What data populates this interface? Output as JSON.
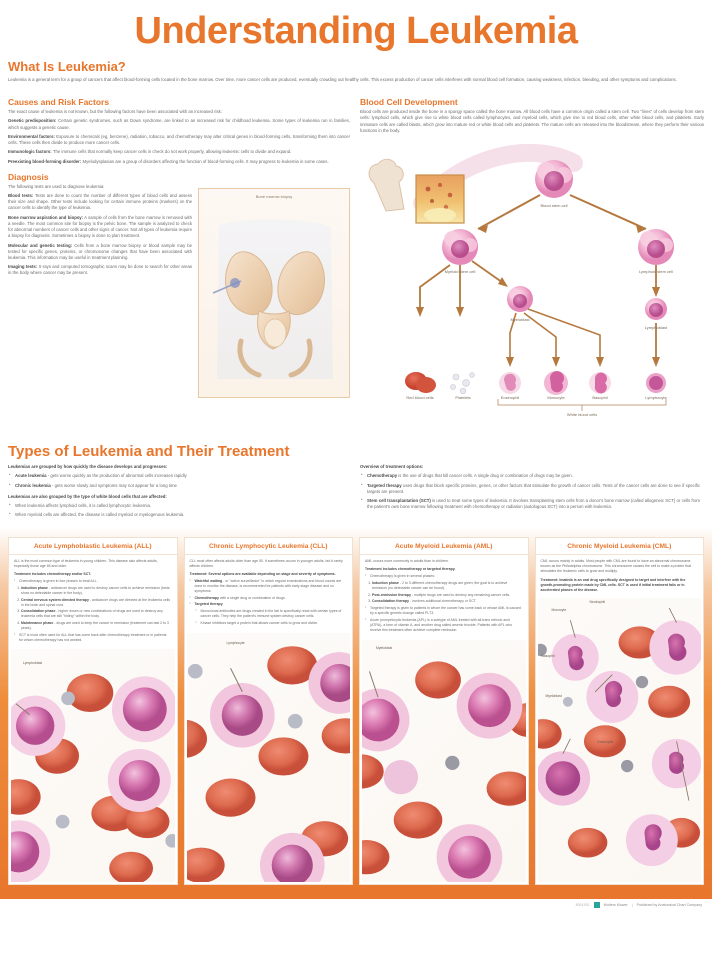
{
  "title": "Understanding Leukemia",
  "intro": {
    "heading": "What Is Leukemia?",
    "text": "Leukemia is a general term for a group of cancers that affect blood-forming cells located in the bone marrow. Over time, more cancer cells are produced, eventually crowding out healthy cells. This excess production of cancer cells interferes with normal blood cell formation, causing weakness, infection, bleeding, and other symptoms and complications."
  },
  "causes": {
    "heading": "Causes and Risk Factors",
    "lead": "The exact cause of leukemia is not known, but the following factors have been associated with an increased risk:",
    "items": [
      {
        "term": "Genetic predisposition:",
        "text": " Certain genetic syndromes, such as Down syndrome, are linked to an increased risk for childhood leukemia. Some types of leukemia run in families, which suggests a genetic cause."
      },
      {
        "term": "Environmental factors:",
        "text": " Exposure to chemicals (eg, benzene), radiation, tobacco, and chemotherapy may alter critical genes in blood-forming cells, transforming them into cancer cells. These cells then divide to produce more cancer cells."
      },
      {
        "term": "Immunologic factors:",
        "text": " The immune cells that normally keep cancer cells in check do not work properly, allowing leukemic cells to divide and expand."
      },
      {
        "term": "Preexisting blood-forming disorder:",
        "text": " Myelodysplasias are a group of disorders affecting the function of blood-forming cells. It may progress to leukemia in some cases."
      }
    ]
  },
  "diagnosis": {
    "heading": "Diagnosis",
    "lead": "The following tests are used to diagnose leukemia:",
    "figure_caption": "Bone marrow biopsy",
    "items": [
      {
        "term": "Blood tests:",
        "text": " Tests are done to count the number of different types of blood cells and assess their size and shape. Other tests include looking for certain immune proteins (markers) on the cancer cells to identify the type of leukemia."
      },
      {
        "term": "Bone marrow aspiration and biopsy:",
        "text": " A sample of cells from the bone marrow is removed with a needle. The most common site for biopsy is the pelvic bone. The sample is analyzed to check for abnormal numbers of cancer cells and other signs of cancer. Not all types of leukemia require a biopsy for diagnosis. Sometimes a biopsy is done to plan treatment."
      },
      {
        "term": "Molecular and genetic testing:",
        "text": " Cells from a bone marrow biopsy or blood sample may be tested for specific genes, proteins, or chromosome changes that have been associated with leukemia. This information may be useful in treatment planning."
      },
      {
        "term": "Imaging tests:",
        "text": " X-rays and computed tomographic scans may be done to search for other areas in the body where cancer may be present."
      }
    ]
  },
  "blood_dev": {
    "heading": "Blood Cell Development",
    "text": "Blood cells are produced inside the bone in a spongy space called the bone marrow. All blood cells have a common origin called a stem cell. Two \"lines\" of cells develop from stem cells: lymphoid cells, which give rise to white blood cells called lymphocytes, and myeloid cells, which give rise to red blood cells, other white blood cells, and platelets. Early immature cells are called blasts, which grow into mature red or white blood cells and platelets. The mature cells are released into the bloodstream, where they perform their various functions in the body.",
    "labels": {
      "blood_stem_cell": "Blood stem cell",
      "myeloid_stem_cell": "Myeloid stem cell",
      "lymphoid_stem_cell": "Lymphoid stem cell",
      "myeloblast": "Myeloblast",
      "lymphoblast": "Lymphoblast",
      "red_blood_cells": "Red blood cells",
      "platelets": "Platelets",
      "eosinophil": "Eosinophil",
      "monocyte": "Monocyte",
      "basophil": "Basophil",
      "lymphocyte": "Lymphocyte",
      "white_blood_cells": "White blood cells"
    }
  },
  "types_section": {
    "heading": "Types of Leukemia and Their Treatment",
    "grouping_lead_1": "Leukemias are grouped by how quickly the disease develops and progresses:",
    "grouping_items_1": [
      {
        "term": "Acute leukemia",
        "text": " - gets worse quickly as the production of abnormal cells increases rapidly"
      },
      {
        "term": "Chronic leukemia",
        "text": " - gets worse slowly and symptoms may not appear for a long time"
      }
    ],
    "grouping_lead_2": "Leukemias are also grouped by the type of white blood cells that are affected:",
    "grouping_items_2": [
      {
        "term": "",
        "text": "When leukemia affects lymphoid cells, it is called lymphocytic leukemia."
      },
      {
        "term": "",
        "text": "When myeloid cells are affected, the disease is called myeloid or myelogenous leukemia."
      }
    ],
    "treatment_lead": "Overview of treatment options:",
    "treatment_items": [
      {
        "term": "Chemotherapy",
        "text": " is the use of drugs that kill cancer cells. A single drug or combination of drugs may be given."
      },
      {
        "term": "Targeted therapy",
        "text": " uses drugs that block specific proteins, genes, or other factors that stimulate the growth of cancer cells. Tests of the cancer cells are done to see if specific targets are present."
      },
      {
        "term": "Stem cell transplantation (SCT)",
        "text": " is used to treat some types of leukemia. It involves transplanting stem cells from a donor's bone marrow (called allogeneic SCT) or cells from the patient's own bone marrow following treatment with chemotherapy or radiation (autologous SCT) into a person with leukemia."
      }
    ]
  },
  "panels": [
    {
      "title": "Acute Lymphoblastic Leukemia (ALL)",
      "intro": "ALL is the most common type of leukemia in young children. This disease also affects adults, especially those age 65 and older.",
      "treat_lead": "Treatment includes chemotherapy and/or SCT.",
      "bullets": [
        {
          "text": "Chemotherapy is given in four phases to treat ALL."
        }
      ],
      "numbered": [
        {
          "term": "Induction phase",
          "text": " - anticancer drugs are used to destroy cancer cells to achieve remission (tests show no detectable cancer in the body)."
        },
        {
          "term": "Central nervous system directed therapy",
          "text": " - anticancer drugs are directed at the leukemia cells in the brain and spinal cord."
        },
        {
          "term": "Consolidation phase",
          "text": " - higher doses or new combinations of drugs are used to destroy any leukemia cells that are still \"hiding\" within the body."
        },
        {
          "term": "Maintenance phase",
          "text": " - drugs are used to keep the cancer in remission (treatment can last 2 to 3 years)."
        }
      ],
      "tail_bullets": [
        {
          "text": "SCT is most often used for ALL that has come back after chemotherapy treatment or in patients for whom chemotherapy has not worked."
        }
      ],
      "micro_labels": [
        "Lymphoblast"
      ]
    },
    {
      "title": "Chronic Lymphocytic Leukemia (CLL)",
      "intro": "CLL most often affects adults older than age 50. It sometimes occurs in younger adults, but it rarely affects children.",
      "treat_lead": "Treatment: Several options are available depending on stage and severity of symptoms.",
      "bullets": [
        {
          "term": "Watchful waiting",
          "text": " - or \"active surveillance\" in which regular examinations and blood counts are done to monitor the disease, is recommended for patients with early stage disease and no symptoms."
        },
        {
          "term": "Chemotherapy",
          "text": " with a single drug or combination of drugs."
        },
        {
          "term": "Targeted therapy",
          "text": ""
        }
      ],
      "numbered": [],
      "sub_bullets": [
        {
          "text": "Monoclonal antibodies are drugs created in the lab to specifically react with certain types of cancer cells. They help the patient's immune system destroy cancer cells."
        },
        {
          "text": "Kinase inhibitors target a protein that allows cancer cells to grow and divide."
        }
      ],
      "tail_bullets": [],
      "micro_labels": [
        "Lymphocyte"
      ]
    },
    {
      "title": "Acute Myeloid Leukemia (AML)",
      "intro": "AML occurs more commonly in adults than in children.",
      "treat_lead": "Treatment includes chemotherapy or targeted therapy.",
      "bullets": [
        {
          "text": "Chemotherapy is given in several phases:"
        }
      ],
      "numbered": [
        {
          "term": "Induction phase",
          "text": " - 2 to 3 different chemotherapy drugs are given; the goal is to achieve remission (no detectable cancer can be found)."
        },
        {
          "term": "Post-remission therapy",
          "text": " - multiple drugs are used to destroy any remaining cancer cells."
        },
        {
          "term": "Consolidation therapy",
          "text": " - involves additional chemotherapy or SCT."
        }
      ],
      "tail_bullets": [
        {
          "text": "Targeted therapy is given to patients in whom the cancer has come back or whose AML is caused by a specific genetic change called PLT3."
        },
        {
          "text": "Acute promyelocytic leukemia (APL) is a subtype of AML treated with all-trans retinoic acid (ATRA), a form of vitamin A, and another drug called arsenic trioxide. Patients with APL who receive this treatment often achieve complete remission."
        }
      ],
      "micro_labels": [
        "Myeloblast"
      ]
    },
    {
      "title": "Chronic Myeloid Leukemia (CML)",
      "intro": "CML occurs mainly in adults. Most people with CML are found to have an abnormal chromosome known as the Philadelphia chromosome. This chromosome causes the cell to make a protein that stimulates the leukemic cells to grow and multiply.",
      "treat_lead": "Treatment: Imatinib is an oral drug specifically designed to target and interfere with the growth-promoting protein made by CML cells. SCT is used if initial treatment fails or in accelerated phases of the disease.",
      "bullets": [],
      "numbered": [],
      "tail_bullets": [],
      "micro_labels": [
        "Monocyte",
        "Neutrophil",
        "Basophil",
        "Myeloblast",
        "Eosinophil"
      ]
    }
  ],
  "footer": {
    "code": "8001931",
    "publisher": "Anatomical Chart Company",
    "imprint": "Wolters Kluwer",
    "published_by": "Published by Anatomical Chart Company",
    "divider": "|"
  },
  "colors": {
    "accent": "#e8762c",
    "body_text": "#6b6b6b",
    "panel_border": "#f0e0d0"
  }
}
